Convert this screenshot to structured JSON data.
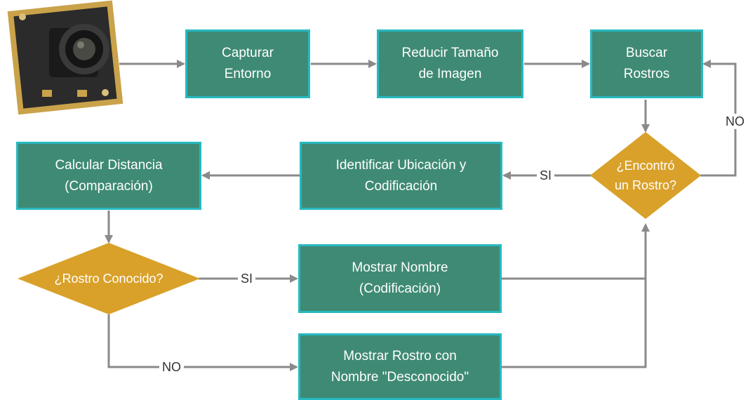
{
  "diagram": {
    "nodes": {
      "capturar": "Capturar\nEntorno",
      "reducir": "Reducir Tamaño\nde Imagen",
      "buscar": "Buscar\nRostros",
      "encontro": "¿Encontró\nun Rostro?",
      "identificar": "Identificar Ubicación y\nCodificación",
      "calcular": "Calcular Distancia\n(Comparación)",
      "conocido": "¿Rostro Conocido?",
      "mostrar_nombre": "Mostrar Nombre\n(Codificación)",
      "mostrar_desconocido": "Mostrar Rostro con\nNombre \"Desconocido\""
    },
    "edge_labels": {
      "encontro_no": "NO",
      "encontro_si": "SI",
      "conocido_si": "SI",
      "conocido_no": "NO"
    },
    "icons": {
      "camera": "camera-module-icon"
    },
    "colors": {
      "process_fill": "#3f8a74",
      "process_border": "#27b9c0",
      "decision_fill": "#d9a12a",
      "connector": "#8a8a8a"
    }
  }
}
